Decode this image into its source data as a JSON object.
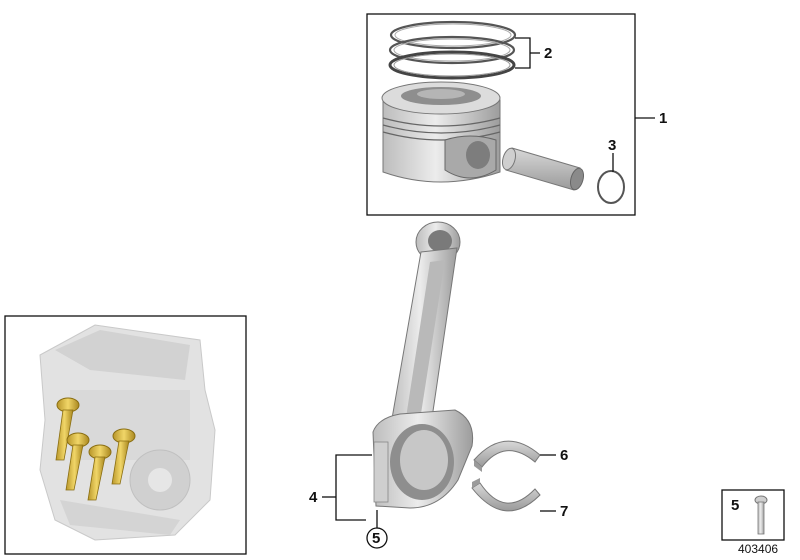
{
  "callouts": {
    "piston": "1",
    "piston_rings": "2",
    "circlip": "3",
    "connecting_rod": "4",
    "conrod_bolt": "5",
    "bearing_upper": "6",
    "bearing_lower": "7"
  },
  "legend_box": {
    "number": "5"
  },
  "diagram_id": "403406",
  "colors": {
    "part_light": "#e3e3e3",
    "part_mid": "#c4c4c4",
    "part_dark": "#8c8c8c",
    "highlight": "#e8c740",
    "engine_ghost": "#dcdcdc",
    "line": "#111111"
  }
}
